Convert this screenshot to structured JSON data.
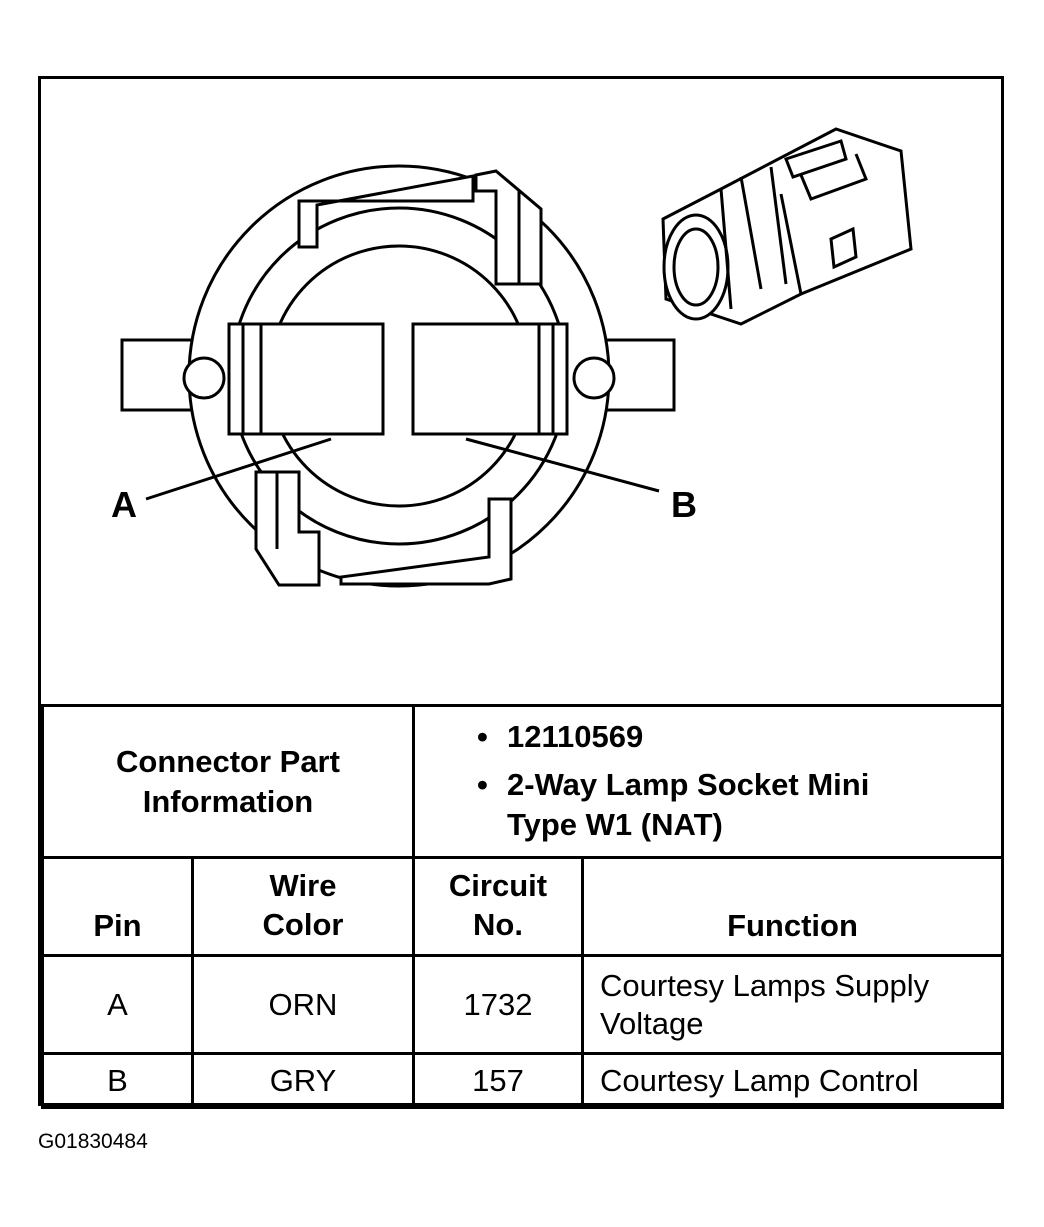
{
  "diagram": {
    "pin_labels": [
      "A",
      "B"
    ]
  },
  "connector_info": {
    "label": "Connector Part Information",
    "bullets": [
      "12110569",
      "2-Way Lamp Socket Mini Type W1 (NAT)"
    ]
  },
  "pin_table": {
    "headers": [
      "Pin",
      "Wire Color",
      "Circuit No.",
      "Function"
    ],
    "rows": [
      [
        "A",
        "ORN",
        "1732",
        "Courtesy Lamps Supply Voltage"
      ],
      [
        "B",
        "GRY",
        "157",
        "Courtesy Lamp Control"
      ]
    ]
  },
  "figure_id": "G01830484"
}
